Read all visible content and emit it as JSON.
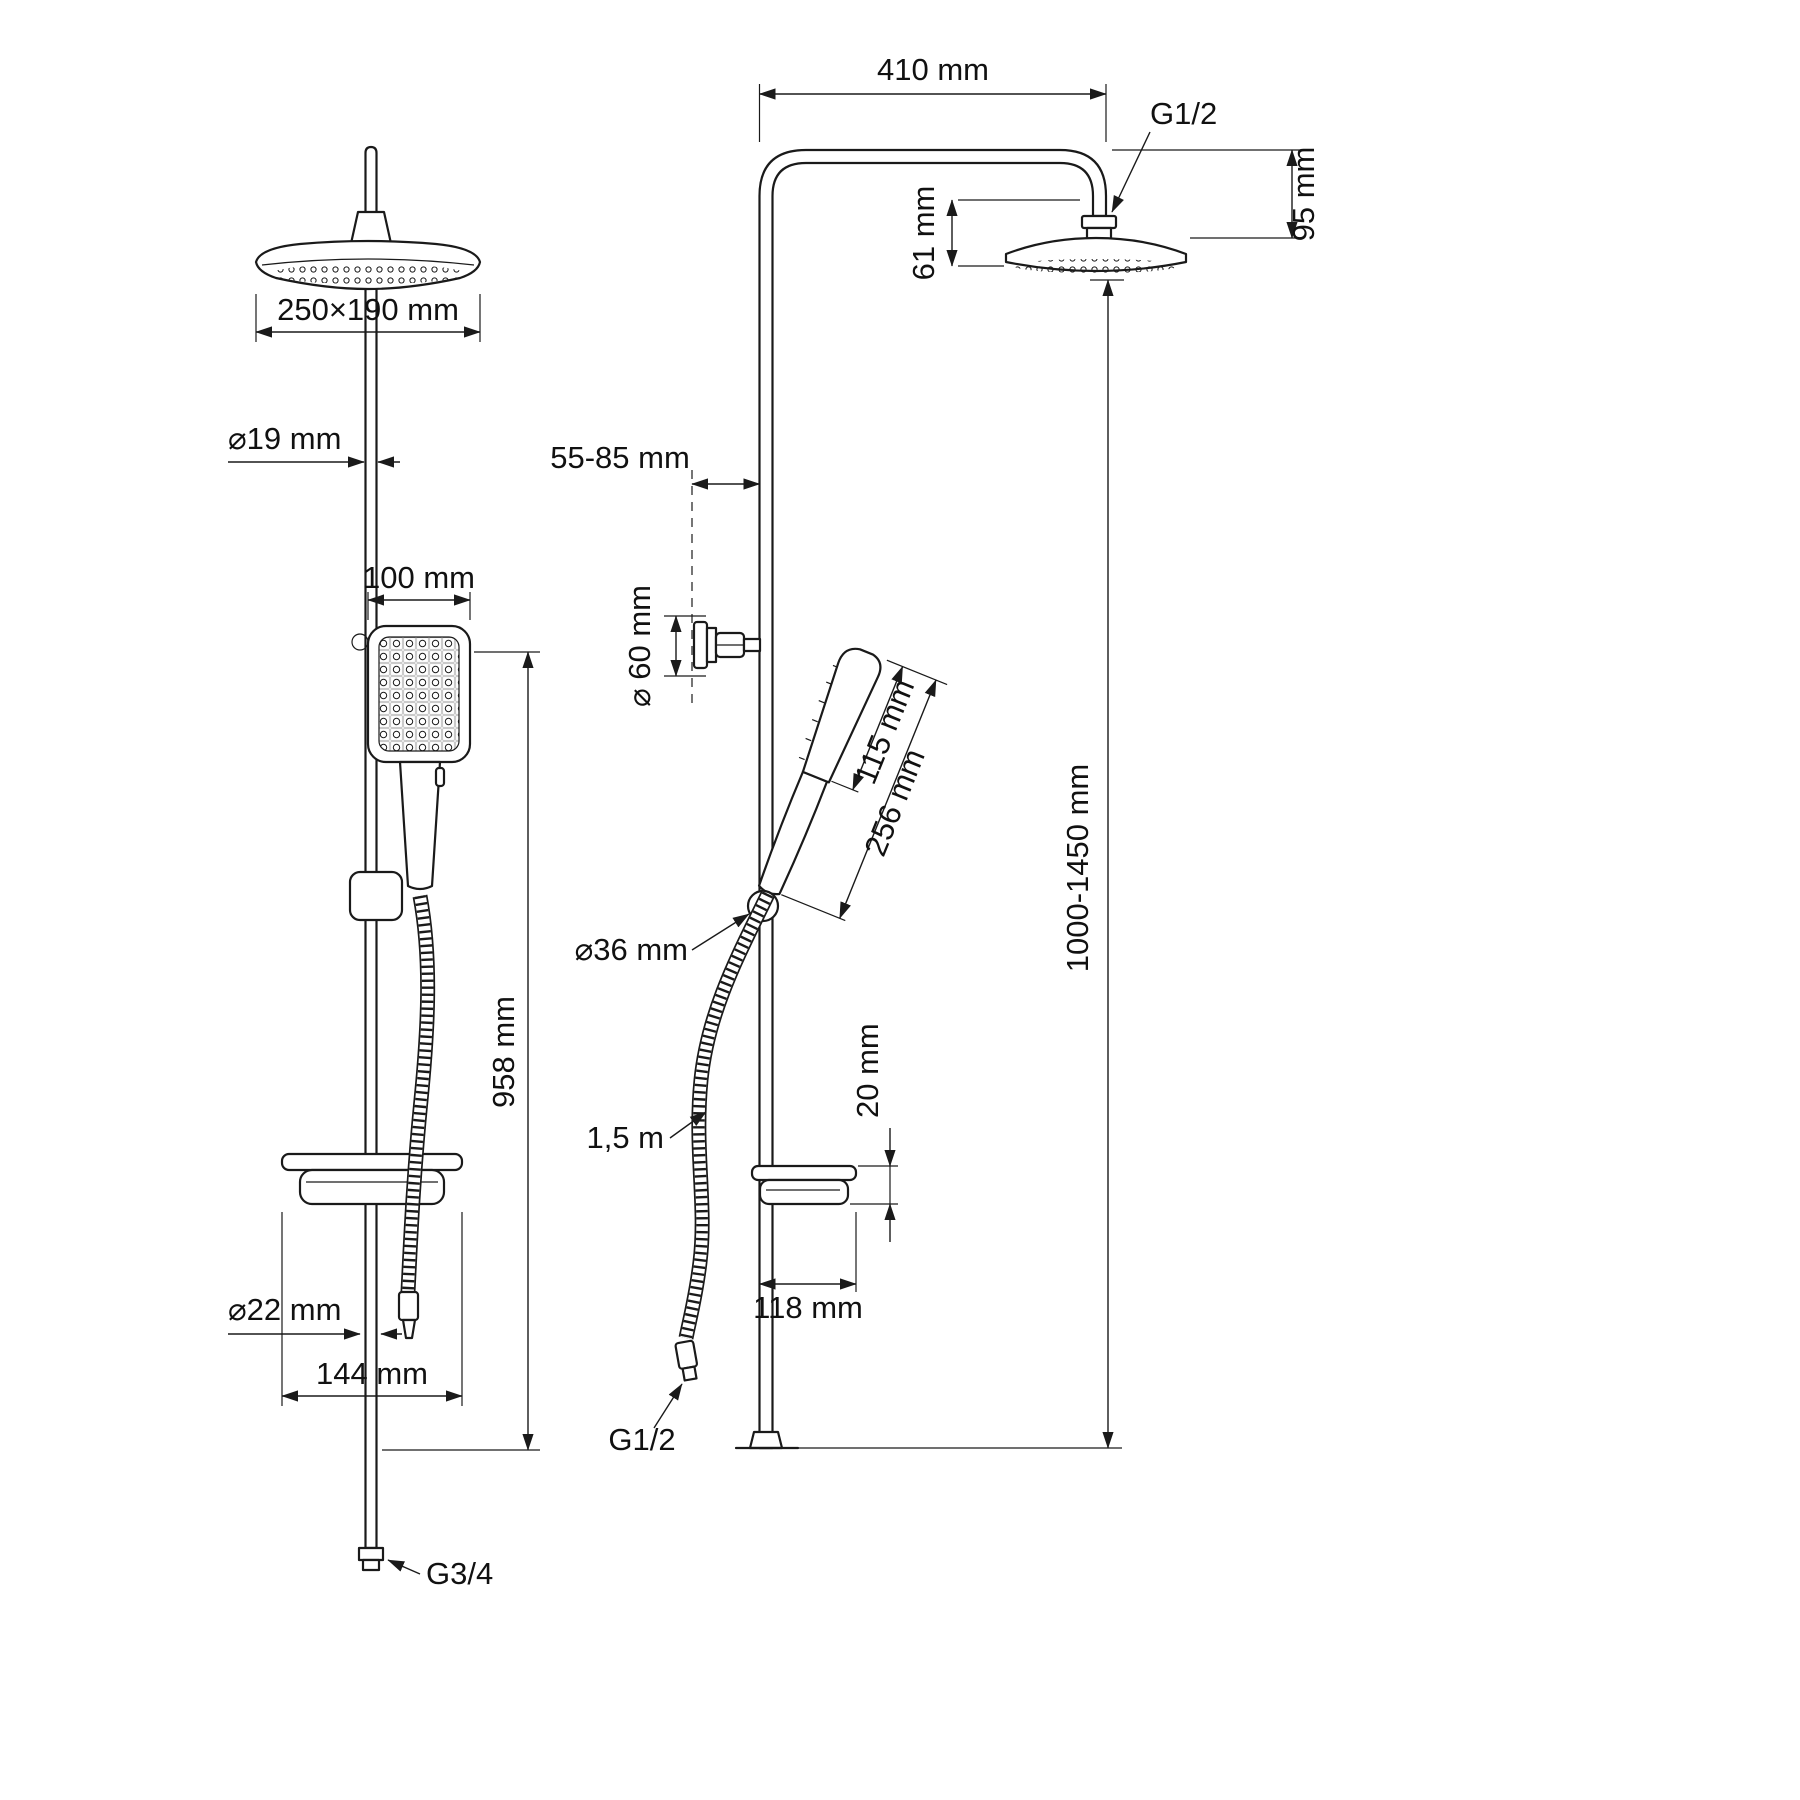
{
  "front_view": {
    "head_size": "250×190 mm",
    "pole_diameter": "⌀19 mm",
    "hand_shower_width": "100 mm",
    "rail_height": "958 mm",
    "lower_pole_diameter": "⌀22 mm",
    "base_width": "144 mm",
    "inlet_thread": "G3/4"
  },
  "side_view": {
    "arm_length": "410 mm",
    "head_thread": "G1/2",
    "head_height": "95 mm",
    "head_drop": "61 mm",
    "wall_distance": "55-85 mm",
    "bracket_diameter": "⌀ 60 mm",
    "handshower_head_length": "115 mm",
    "handshower_length": "256 mm",
    "holder_diameter": "⌀36 mm",
    "hose_length": "1,5 m",
    "shelf_thickness": "20 mm",
    "shelf_depth": "118 mm",
    "column_height": "1000-1450 mm",
    "hose_thread": "G1/2"
  },
  "colors": {
    "line": "#1a1a1a",
    "background": "#ffffff"
  }
}
